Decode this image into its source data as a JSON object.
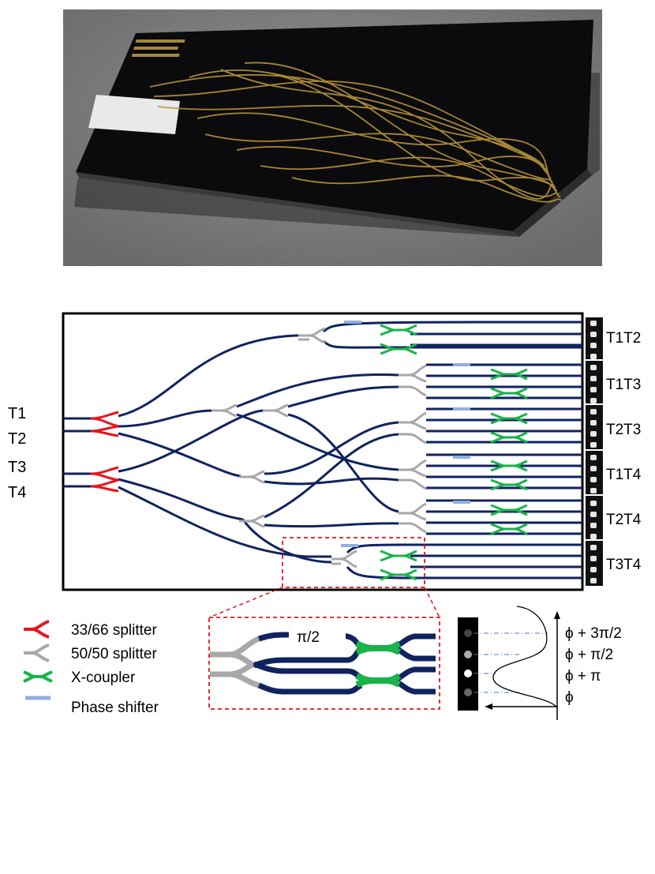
{
  "inputs": [
    "T1",
    "T2",
    "T3",
    "T4"
  ],
  "outputs": [
    "T1T2",
    "T1T3",
    "T2T3",
    "T1T4",
    "T2T4",
    "T3T4"
  ],
  "legend": [
    {
      "label": "33/66 splitter",
      "color": "#e8141b",
      "icon": "splitter-icon"
    },
    {
      "label": "50/50 splitter",
      "color": "#a8a8a8",
      "icon": "splitter-icon"
    },
    {
      "label": "X-coupler",
      "color": "#19b34a",
      "icon": "x-coupler-icon"
    },
    {
      "label": "Phase shifter",
      "color": "#8fb0df",
      "icon": "phase-shifter-icon"
    }
  ],
  "inset": {
    "phase_label": "π/2",
    "detector_phases": [
      "ϕ + 3π/2",
      "ϕ + π/2",
      "ϕ + π",
      "ϕ"
    ]
  },
  "colors": {
    "waveguide": "#10235f",
    "splitter_33_66": "#e8141b",
    "splitter_50_50": "#a8a8a8",
    "x_coupler": "#19b34a",
    "phase_shifter": "#8fb0df",
    "inset_box": "#e8141b"
  }
}
